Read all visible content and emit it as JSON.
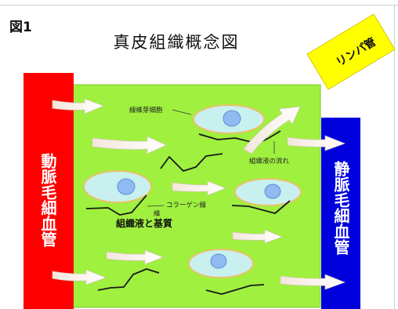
{
  "figure_label": "図1",
  "title": "真皮組織概念図",
  "artery_label": "動脈毛細血管",
  "vein_label": "静脈毛細血管",
  "lymph_label": "リンパ管",
  "labels": {
    "fibroblast": "線維芽細胞",
    "tissue_fluid_flow": "組織液の流れ",
    "collagen_fiber_1": "コラーゲン線",
    "collagen_fiber_2": "維",
    "matrix": "組織液と基質"
  },
  "colors": {
    "tissue": "#9ff03f",
    "artery": "#ff0000",
    "vein": "#0000dd",
    "lymph": "#ffff00",
    "cell": "#c8f0ee",
    "cell_border": "#e8c26a",
    "nucleus": "#8fbaf2"
  }
}
